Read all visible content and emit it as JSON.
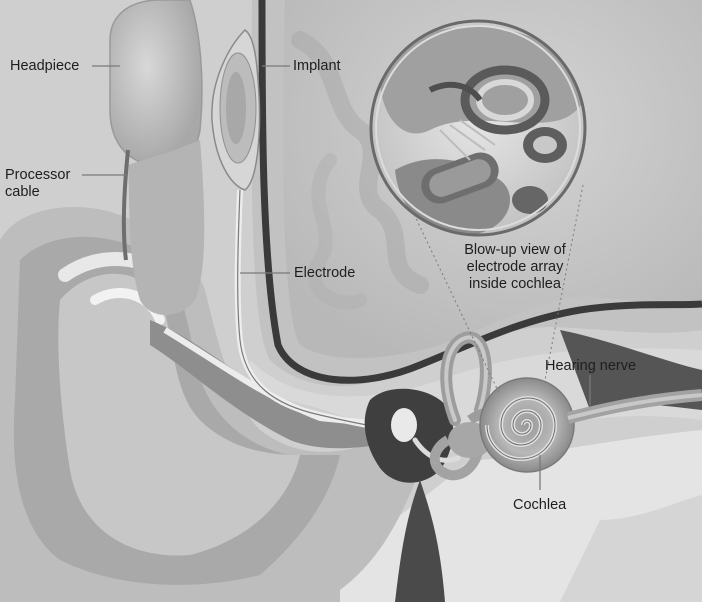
{
  "labels": {
    "headpiece": "Headpiece",
    "processor_cable_1": "Processor",
    "processor_cable_2": "cable",
    "implant": "Implant",
    "electrode": "Electrode",
    "blowup_1": "Blow-up view of",
    "blowup_2": "electrode array",
    "blowup_3": "inside cochlea",
    "hearing_nerve": "Hearing nerve",
    "cochlea": "Cochlea"
  },
  "colors": {
    "background": "#ffffff",
    "skin": "#c9c9c9",
    "skin_light": "#dedede",
    "skin_dark": "#9e9e9e",
    "bone": "#b5b5b5",
    "dark_cavity": "#4a4a4a",
    "leader_line": "#7a7a7a"
  }
}
